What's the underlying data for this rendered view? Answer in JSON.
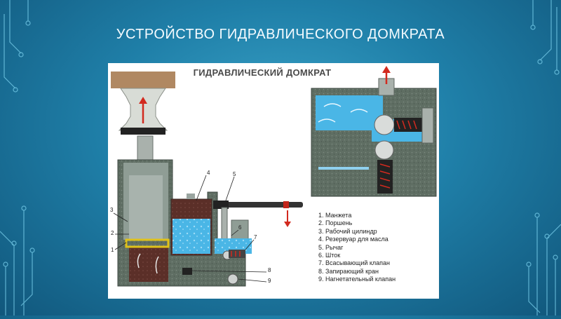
{
  "slide": {
    "title": "УСТРОЙСТВО ГИДРАВЛИЧЕСКОГО ДОМКРАТА"
  },
  "diagram": {
    "title": "ГИДРАВЛИЧЕСКИЙ ДОМКРАТ",
    "callouts": [
      "1",
      "2",
      "3",
      "4",
      "5",
      "6",
      "7",
      "8",
      "9"
    ],
    "legend": [
      "1. Манжета",
      "2. Поршень",
      "3. Рабочий цилиндр",
      "4. Резервуар для масла",
      "5. Рычаг",
      "6. Шток",
      "7. Всасывающий клапан",
      "8. Запирающий кран",
      "9. Нагнетательный клапан"
    ]
  },
  "colors": {
    "background_center": "#3aa3c8",
    "background_edge": "#11577c",
    "oil": "#49b7e6",
    "body_metal": "#8a9a92",
    "reservoir_dark": "#5a2e28",
    "arrow_red": "#d22a1f",
    "load_block": "#b08862"
  }
}
